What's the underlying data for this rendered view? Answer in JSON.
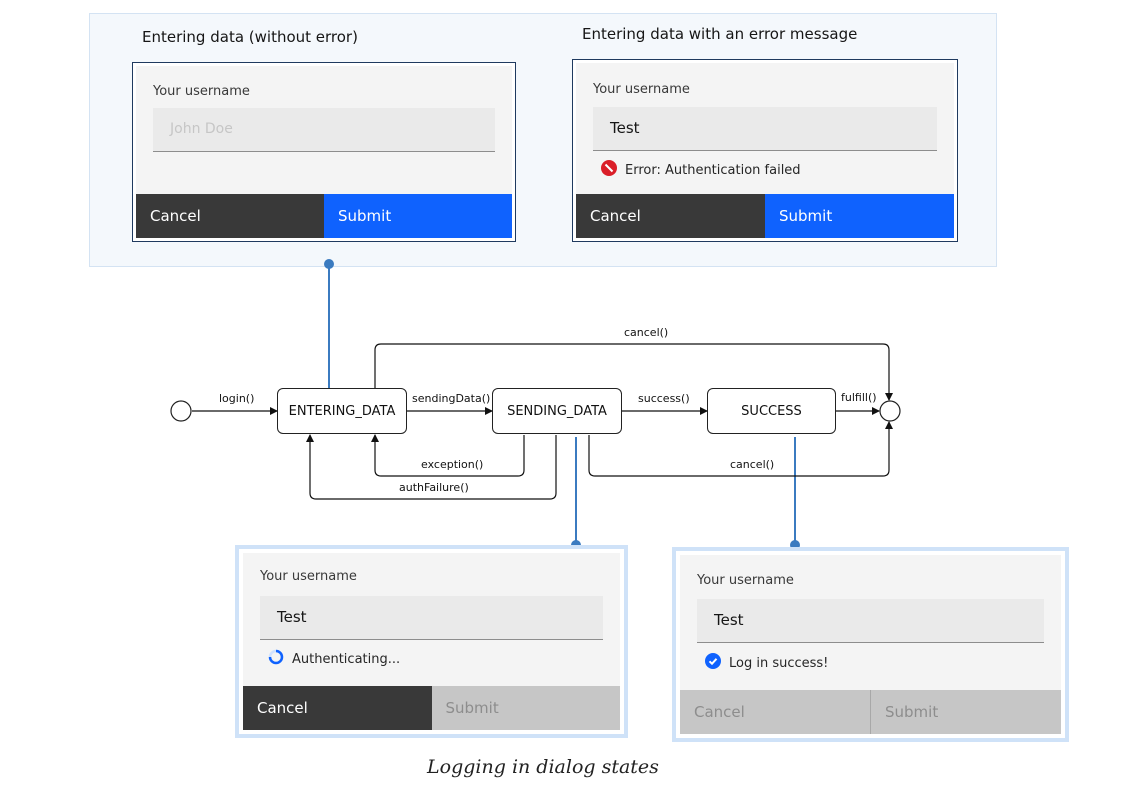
{
  "top_panel": {
    "left_title": "Entering data (without error)",
    "right_title": "Entering data with an error message"
  },
  "dialogs": {
    "entering": {
      "label": "Your username",
      "placeholder": "John Doe",
      "cancel": "Cancel",
      "submit": "Submit"
    },
    "error": {
      "label": "Your username",
      "value": "Test",
      "status": "Error: Authentication failed",
      "cancel": "Cancel",
      "submit": "Submit"
    },
    "sending": {
      "label": "Your username",
      "value": "Test",
      "status": "Authenticating...",
      "cancel": "Cancel",
      "submit": "Submit"
    },
    "success": {
      "label": "Your username",
      "value": "Test",
      "status": "Log in success!",
      "cancel": "Cancel",
      "submit": "Submit"
    }
  },
  "diagram": {
    "states": {
      "entering": "ENTERING_DATA",
      "sending": "SENDING_DATA",
      "success": "SUCCESS"
    },
    "transitions": {
      "login": "login()",
      "sending_data": "sendingData()",
      "success": "success()",
      "fulfill": "fulfill()",
      "cancel_top": "cancel()",
      "cancel_bottom": "cancel()",
      "exception": "exception()",
      "auth_failure": "authFailure()"
    }
  },
  "caption": "Logging in dialog states",
  "colors": {
    "primary_button": "#0f62fe",
    "secondary_button": "#393939",
    "error": "#da1e28",
    "success": "#0f62fe",
    "connector": "#3b7bc0"
  }
}
